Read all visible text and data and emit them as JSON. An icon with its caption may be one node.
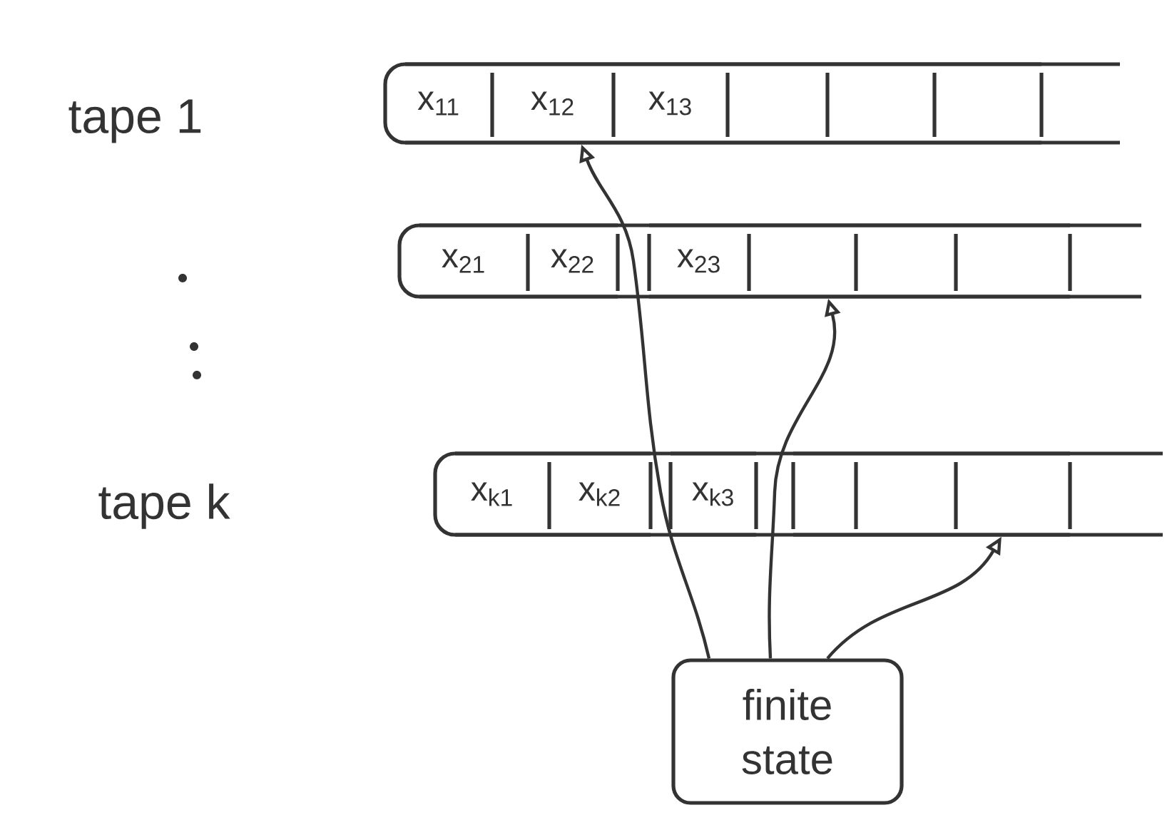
{
  "diagram": {
    "nodes": [
      {
        "text": [],
        "shape": "bar"
      },
      {
        "text": [
          "x$_{11}$"
        ],
        "in": 0
      },
      {
        "text": [
          "x$_{12}$"
        ],
        "in": 0
      },
      {
        "text": [
          "x$_{13}$"
        ],
        "in": 0
      },
      {
        "text": [],
        "shape": "box",
        "in": 0
      },
      {
        "text": [],
        "shape": "box",
        "in": 0
      },
      {
        "text": [],
        "shape": "box",
        "in": 0
      },
      {
        "text": [],
        "shape": "bar"
      },
      {
        "text": [
          "x$_{21}$"
        ],
        "in": 7
      },
      {
        "text": [
          "x$_{22}$"
        ],
        "in": 7
      },
      {
        "text": [
          "x$_{23}$"
        ],
        "in": 7
      },
      {
        "text": [],
        "shape": "box",
        "in": 7
      },
      {
        "text": [],
        "shape": "box",
        "in": 7
      },
      {
        "text": [],
        "shape": "box",
        "in": 7
      },
      {
        "text": [],
        "shape": "bar"
      },
      {
        "text": [
          "x$_{k1}$"
        ],
        "in": 14
      },
      {
        "text": [
          "x$_{k2}$"
        ],
        "in": 14
      },
      {
        "text": [
          "x$_{k3}$"
        ],
        "in": 14
      },
      {
        "text": [],
        "shape": "box",
        "in": 14
      },
      {
        "text": [],
        "shape": "box",
        "in": 14
      },
      {
        "text": [],
        "shape": "box",
        "in": 14
      },
      {
        "text": [
          "finite state"
        ]
      }
    ],
    "edges": [
      {
        "from": 21,
        "to": 2,
        "arrow": "to"
      },
      {
        "from": 21,
        "to": 11,
        "arrow": "to"
      },
      {
        "from": 21,
        "to": 20,
        "arrow": "to"
      }
    ],
    "labels": [
      "tape 1",
      "tape k"
    ]
  }
}
